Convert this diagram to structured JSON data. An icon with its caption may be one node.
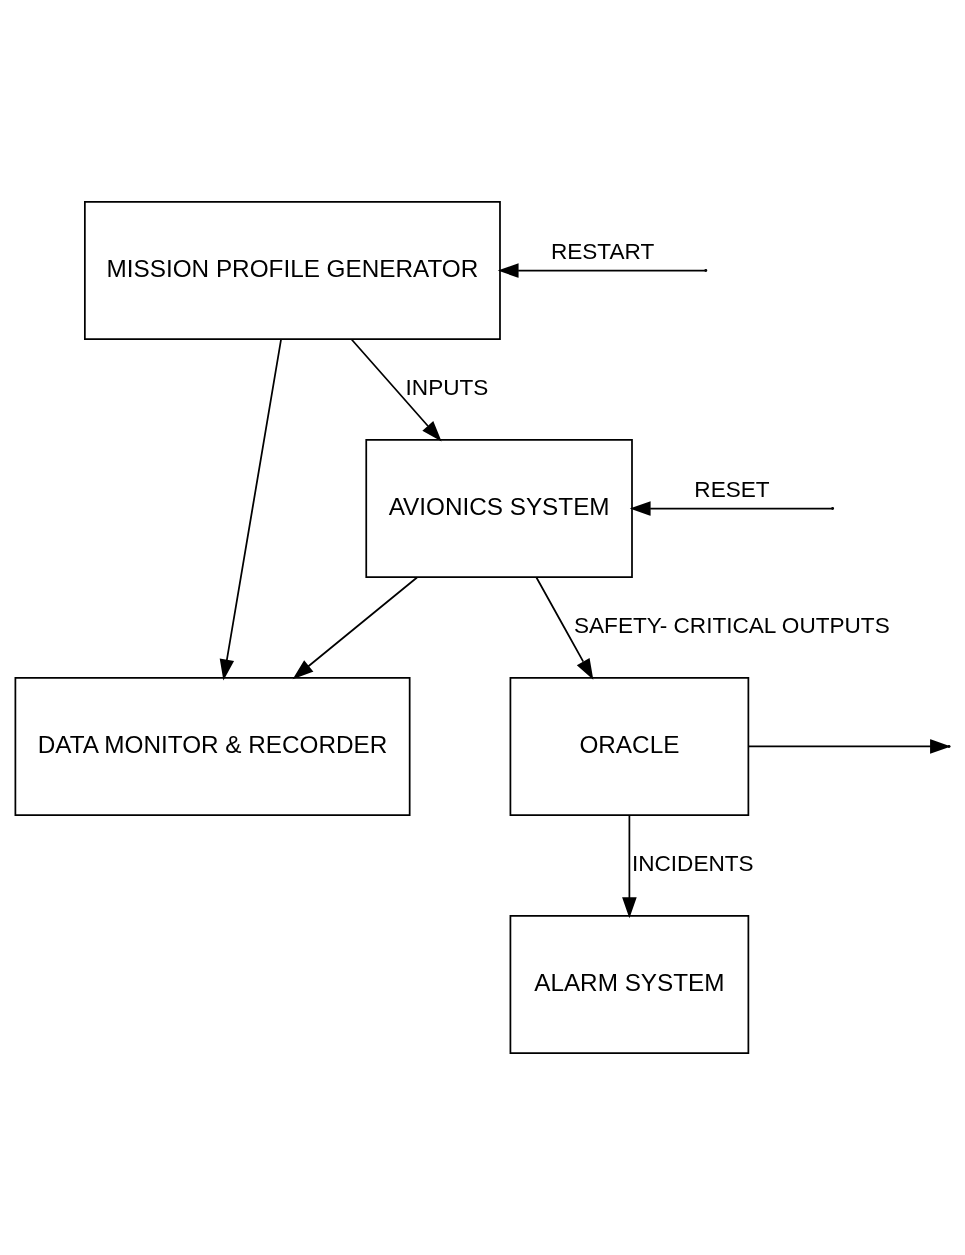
{
  "diagram": {
    "nodes": [
      {
        "text": [
          "MISSION PROFILE GENERATOR"
        ]
      },
      {
        "text": [
          "DATA MONITOR & RECORDER"
        ]
      },
      {
        "text": [
          "AVIONICS SYSTEM"
        ]
      },
      {
        "text": [
          "ORACLE"
        ]
      },
      {
        "text": [
          "ALARM SYSTEM"
        ]
      }
    ],
    "edges": [
      {
        "from": null,
        "to": 0,
        "arrow": "to",
        "label": "RESTART"
      },
      {
        "from": 0,
        "to": 2,
        "arrow": "to",
        "label": "INPUTS"
      },
      {
        "from": 0,
        "to": 1,
        "arrow": "to"
      },
      {
        "from": null,
        "to": 2,
        "arrow": "to",
        "label": "RESET"
      },
      {
        "from": 2,
        "to": 3,
        "arrow": "to",
        "label": "SAFETY- CRITICAL OUTPUTS"
      },
      {
        "from": 2,
        "to": 1,
        "arrow": "to"
      },
      {
        "from": 3,
        "to": 4,
        "arrow": "to",
        "label": "INCIDENTS"
      },
      {
        "from": 3,
        "to": null,
        "arrow": "to"
      }
    ]
  }
}
